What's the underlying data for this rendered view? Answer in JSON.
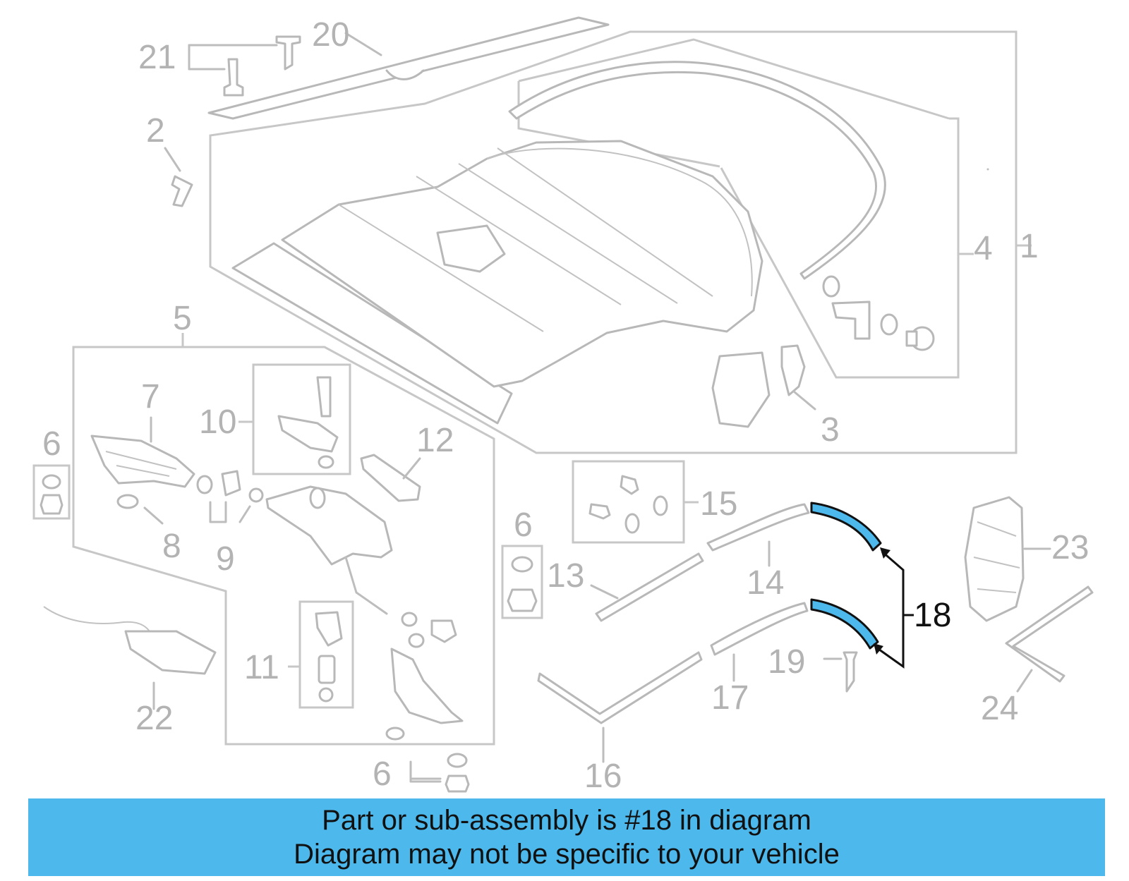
{
  "diagram": {
    "highlighted_part": "18",
    "highlight_color": "#4db8ec",
    "labels": {
      "p1": "1",
      "p2": "2",
      "p3": "3",
      "p4": "4",
      "p5": "5",
      "p6a": "6",
      "p6b": "6",
      "p6c": "6",
      "p7": "7",
      "p8": "8",
      "p9": "9",
      "p10": "10",
      "p11": "11",
      "p12": "12",
      "p13": "13",
      "p14": "14",
      "p15": "15",
      "p16": "16",
      "p17": "17",
      "p18": "18",
      "p19": "19",
      "p20": "20",
      "p21": "21",
      "p22": "22",
      "p23": "23",
      "p24": "24"
    }
  },
  "banner": {
    "line1": "Part or sub-assembly is #18 in diagram",
    "line2": "Diagram may not be specific to your vehicle",
    "background": "#4db8ec"
  }
}
